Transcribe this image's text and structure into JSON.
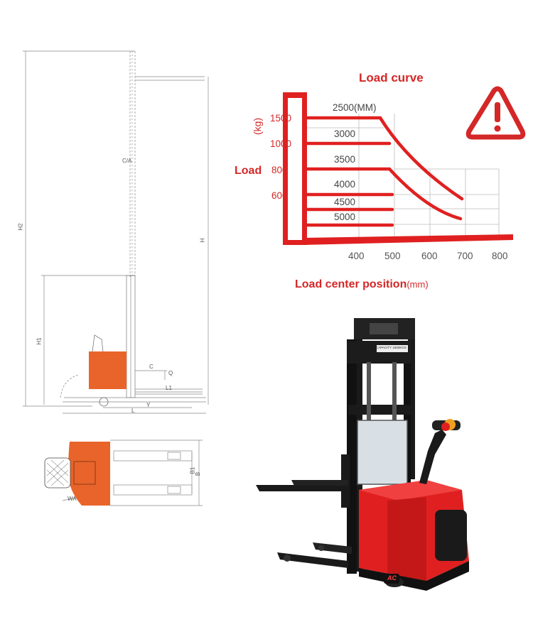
{
  "load_curve": {
    "title": "Load curve",
    "y_unit": "(kg)",
    "y_title": "Load",
    "y_values": [
      "1500",
      "1000",
      "800",
      "600"
    ],
    "curve_labels": [
      "2500(MM)",
      "3000",
      "3500",
      "4000",
      "4500",
      "5000"
    ],
    "x_values": [
      "400",
      "500",
      "600",
      "700",
      "800"
    ],
    "x_title": "Load center position",
    "x_unit": "(mm)"
  },
  "side_view": {
    "dims": {
      "h2": "H2",
      "h": "H",
      "h1": "H1",
      "c": "C",
      "q": "Q",
      "l1": "L1",
      "y": "Y",
      "l": "L",
      "ca": "C/A"
    }
  },
  "top_view": {
    "dims": {
      "b1": "B1",
      "b": "B",
      "wa": "WA"
    }
  },
  "photo": {
    "label_plate": "CAPACITY 1500KGS",
    "badge": "AC"
  },
  "colors": {
    "accent": "#d42727",
    "body_red": "#e02020",
    "orange": "#e8642a"
  },
  "icons": [
    "warning-icon"
  ]
}
